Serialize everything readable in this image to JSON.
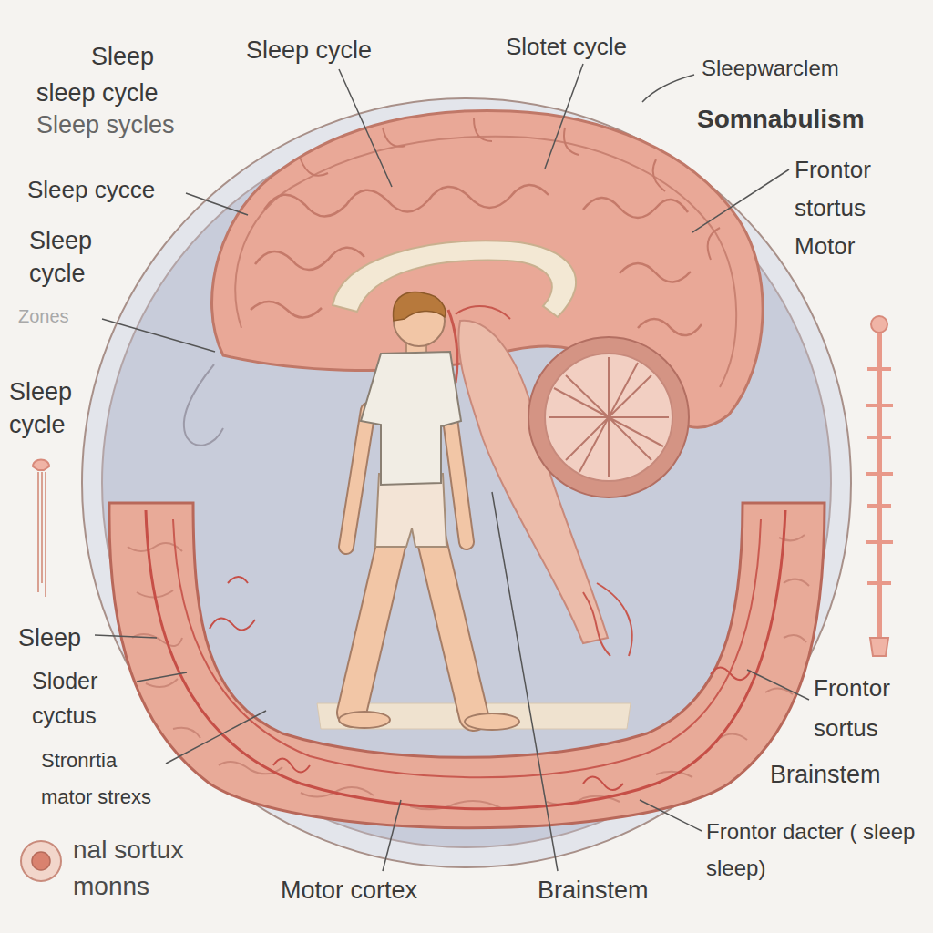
{
  "diagram": {
    "labels": [
      "Sleep",
      "sleep cycle",
      "Sleep sycles",
      "Sleep cycle",
      "Slotet cycle",
      "Sleepwarclem",
      "Somnabulism",
      "Frontor stortus Motor",
      "Sleep cycce",
      "Sleep cycle",
      "Zones",
      "Sleep cycle",
      "Sleep",
      "Sloder cyctus",
      "Stronrtia mator strexs",
      "nal sortux monns",
      "Motor cortex",
      "Brainstem",
      "Frontor sortus",
      "Brainstem",
      "Frontor dacter ( sleep sleep)"
    ]
  }
}
